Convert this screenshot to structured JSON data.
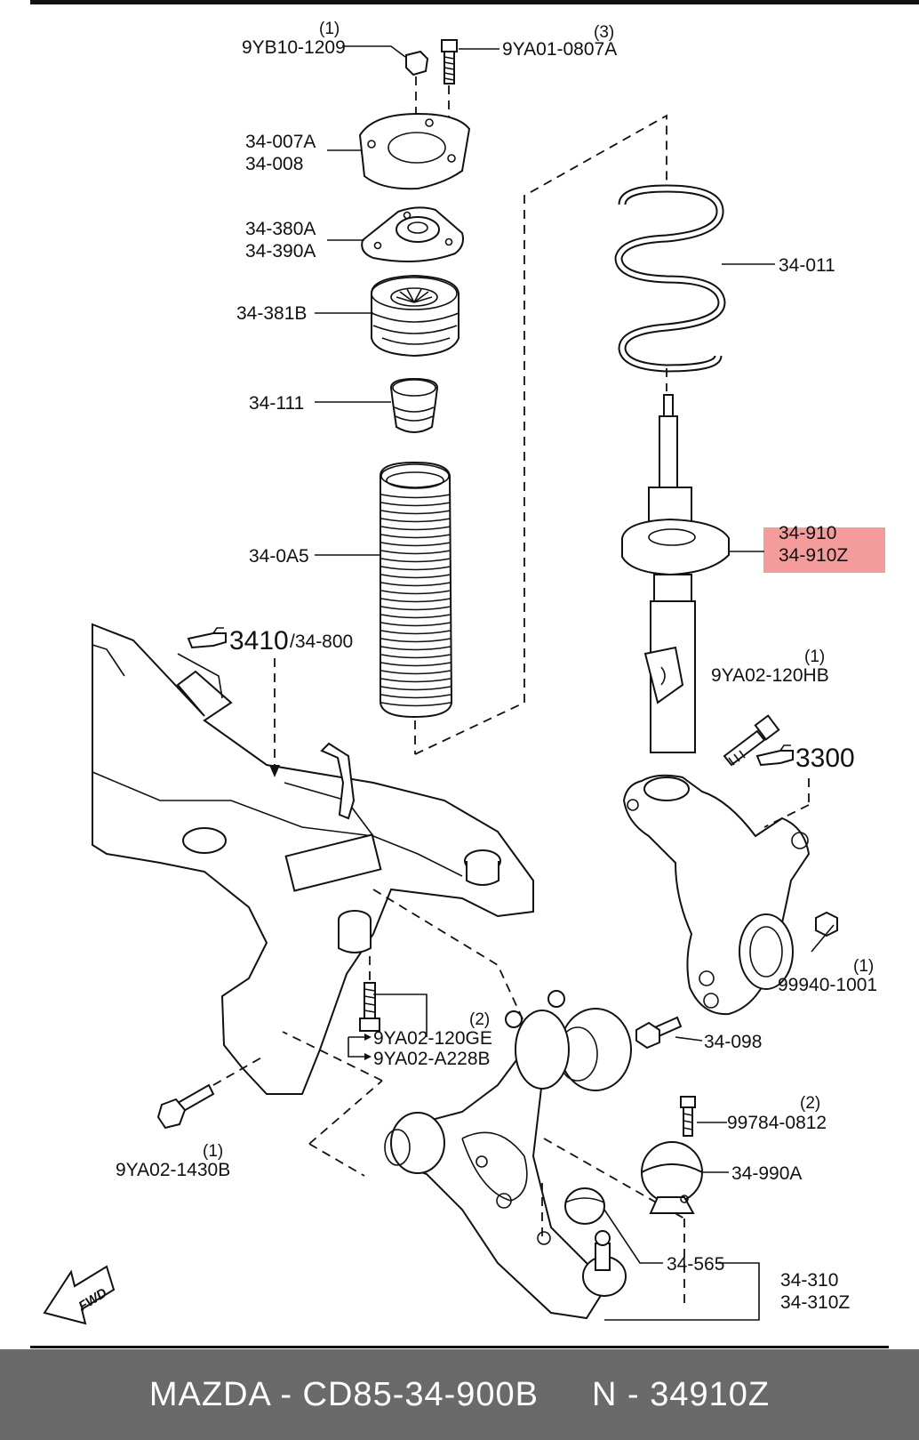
{
  "parts": {
    "nut_top": {
      "code": "9YB10-1209",
      "qty": "(1)"
    },
    "bolt_top": {
      "code": "9YA01-0807A",
      "qty": "(3)"
    },
    "mount_plate": {
      "code1": "34-007A",
      "code2": "34-008"
    },
    "strut_mount": {
      "code1": "34-380A",
      "code2": "34-390A"
    },
    "mount_bearing": {
      "code": "34-381B"
    },
    "bump_stop": {
      "code": "34-111"
    },
    "dust_boot": {
      "code": "34-0A5"
    },
    "coil_spring": {
      "code": "34-011"
    },
    "strut": {
      "code1": "34-910",
      "code2": "34-910Z"
    },
    "knuckle_bolt": {
      "code": "9YA02-120HB",
      "qty": "(1)"
    },
    "knuckle_ref": {
      "num": "3300"
    },
    "crossmember_ref": {
      "num": "3410",
      "suffix": "/34-800"
    },
    "nut_knuckle": {
      "code": "99940-1001",
      "qty": "(1)"
    },
    "bolt_arm": {
      "code1": "9YA02-120GE",
      "code2": "9YA02-A228B",
      "qty": "(2)"
    },
    "bolt_bush": {
      "code": "34-098"
    },
    "bolt_small": {
      "code": "99784-0812",
      "qty": "(2)"
    },
    "rear_bushing": {
      "code": "34-990A"
    },
    "ball_joint": {
      "code": "34-565"
    },
    "lower_arm": {
      "code1": "34-310",
      "code2": "34-310Z"
    },
    "bolt_front": {
      "code": "9YA02-1430B",
      "qty": "(1)"
    }
  },
  "fwd_label": "FWD",
  "highlight_color": "#f08080",
  "footer": {
    "left": "MAZDA - CD85-34-900B",
    "right": "N - 34910Z"
  }
}
